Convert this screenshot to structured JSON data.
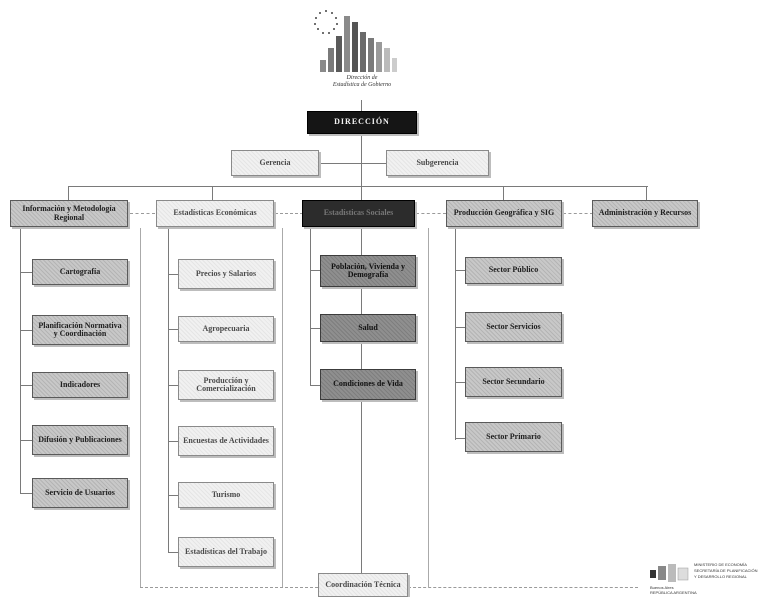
{
  "logo": {
    "line1": "Dirección de",
    "line2": "Estadística de Gobierno"
  },
  "top": {
    "direccion": "DIRECCIÓN"
  },
  "staff": {
    "left": "Gerencia",
    "right": "Subgerencia"
  },
  "departments": [
    {
      "label": "Información y Metodología Regional"
    },
    {
      "label": "Estadísticas Económicas"
    },
    {
      "label": "Estadísticas Sociales"
    },
    {
      "label": "Producción Geográfica y SIG"
    },
    {
      "label": "Administración y Recursos"
    }
  ],
  "col1": [
    {
      "label": "Cartografía"
    },
    {
      "label": "Planificación Normativa y Coordinación"
    },
    {
      "label": "Indicadores"
    },
    {
      "label": "Difusión y Publicaciones"
    },
    {
      "label": "Servicio de Usuarios"
    }
  ],
  "col2": [
    {
      "label": "Precios y Salarios"
    },
    {
      "label": "Agropecuaria"
    },
    {
      "label": "Producción y Comercialización"
    },
    {
      "label": "Encuestas de Actividades"
    },
    {
      "label": "Turismo"
    },
    {
      "label": "Estadísticas del Trabajo"
    }
  ],
  "col3": [
    {
      "label": "Población, Vivienda y Demografía"
    },
    {
      "label": "Salud"
    },
    {
      "label": "Condiciones de Vida"
    }
  ],
  "col4": [
    {
      "label": "Sector Público"
    },
    {
      "label": "Sector Servicios"
    },
    {
      "label": "Sector Secundario"
    },
    {
      "label": "Sector Primario"
    }
  ],
  "bottom": {
    "label": "Coordinación Técnica"
  },
  "footer": {
    "line1": "MINISTERIO DE ECONOMÍA",
    "line2": "SECRETARÍA DE PLANIFICACIÓN",
    "line3": "Y DESARROLLO REGIONAL",
    "line4": "Buenos Aires",
    "line5": "REPÚBLICA ARGENTINA"
  }
}
